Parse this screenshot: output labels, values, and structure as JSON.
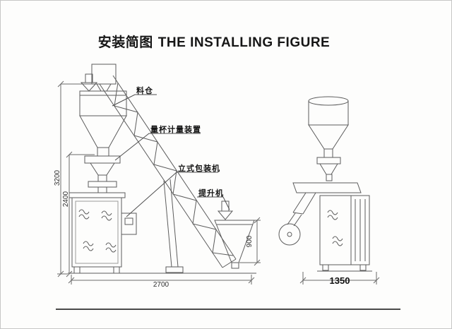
{
  "title": {
    "zh": "安装简图",
    "en": "THE INSTALLING FIGURE"
  },
  "callouts": {
    "hopper": "料仓",
    "measuring_device": "量杯计量装置",
    "vertical_packing_machine": "立式包装机",
    "elevator": "提升机"
  },
  "dimensions": {
    "total_height": "3200",
    "machine_height": "2400",
    "overall_width": "2700",
    "elevator_hopper_height": "900",
    "side_view_width": "1350"
  },
  "colors": {
    "line": "#5c5c5c",
    "text": "#1f1f1f",
    "background": "#fdfdfc",
    "frame": "#c6c6c6",
    "bottom_rule": "#4a4a4a"
  }
}
